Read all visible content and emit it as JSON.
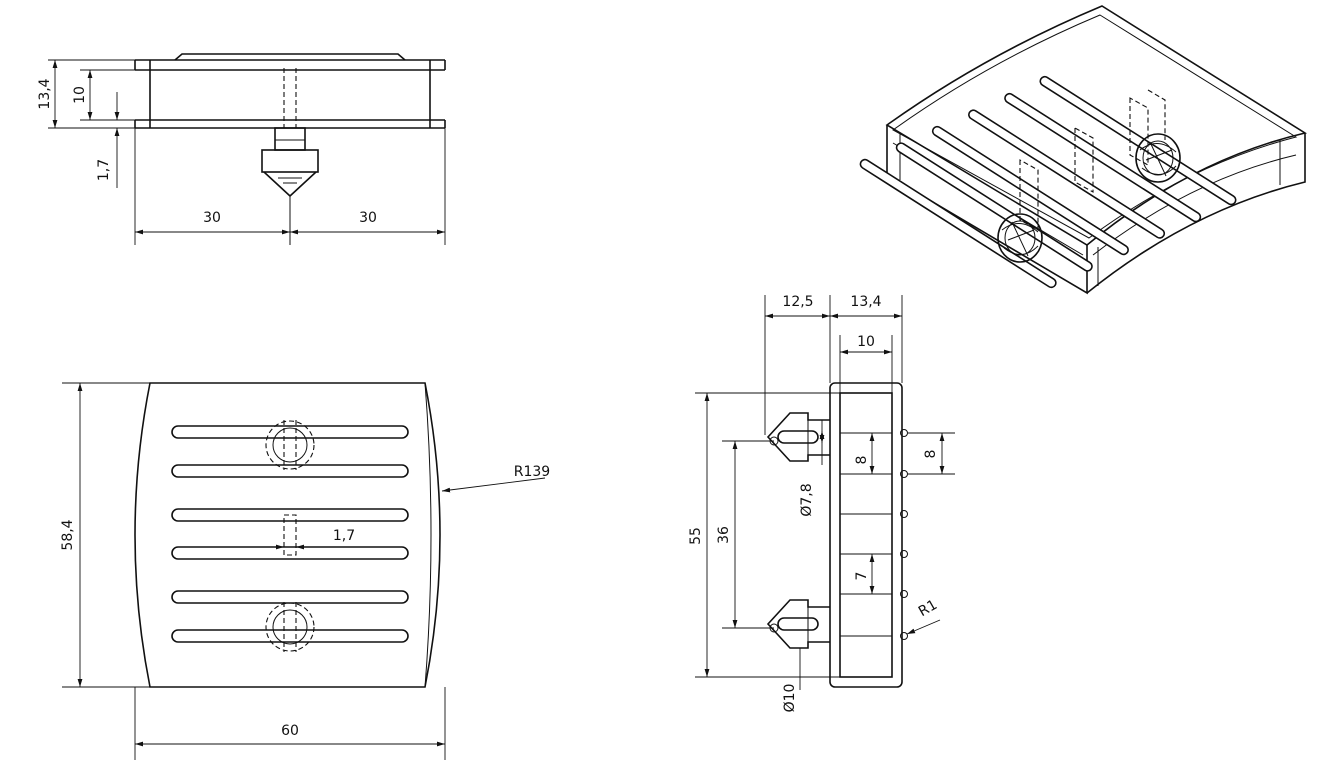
{
  "front_view": {
    "height_overall": "13,4",
    "height_inner": "10",
    "wall": "1,7",
    "half_left": "30",
    "half_right": "30"
  },
  "top_view": {
    "height": "58,4",
    "width": "60",
    "radius": "R139",
    "slot_gap": "1,7",
    "slot_count": 6
  },
  "side_view": {
    "pin_offset": "12,5",
    "depth_overall": "13,4",
    "depth_inner": "10",
    "height": "55",
    "pin_spacing": "36",
    "pitch_a": "8",
    "pitch_b": "8",
    "pitch_c": "7",
    "pin_diameter": "Ø7,8",
    "head_diameter": "Ø10",
    "edge_radius": "R1"
  }
}
